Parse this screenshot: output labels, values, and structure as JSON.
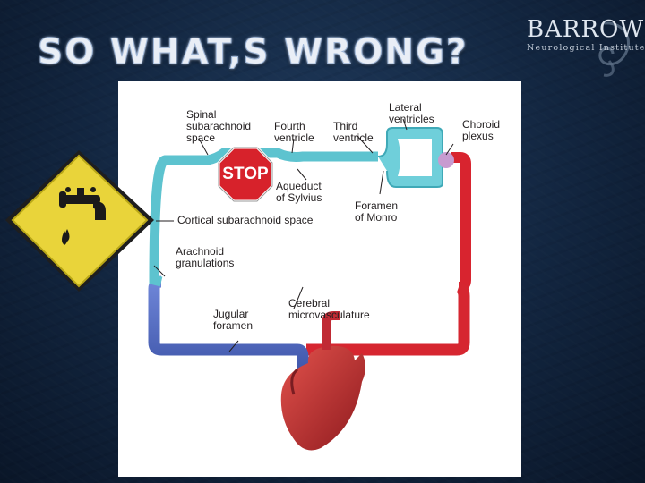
{
  "slide": {
    "title": "SO WHAT,S WRONG?"
  },
  "logo": {
    "name": "BARROW",
    "subtitle": "Neurological Institute®"
  },
  "diagram": {
    "labels": {
      "spinal_subarachnoid_space": "Spinal\nsubarachnoid\nspace",
      "fourth_ventricle": "Fourth\nventricle",
      "third_ventricle": "Third\nventricle",
      "lateral_ventricles": "Lateral\nventricles",
      "choroid_plexus": "Choroid\nplexus",
      "aqueduct_of_sylvius": "Aqueduct\nof Sylvius",
      "foramen_of_monro": "Foramen\nof Monro",
      "cortical_subarachnoid_space": "Cortical subarachnoid space",
      "arachnoid_granulations": "Arachnoid\ngranulations",
      "cerebral_microvasculature": "Cerebral\nmicrovasculature",
      "jugular_foramen": "Jugular\nforamen"
    },
    "stop_sign_text": "STOP",
    "colors": {
      "csf": "#5dc3cf",
      "arterial": "#d62630",
      "venous": "#5a6fc0",
      "warning_sign": "#e9d43a",
      "stop_sign": "#d7222b"
    },
    "icons": [
      "stop-sign-icon",
      "faucet-icon",
      "leak-warning-sign-icon"
    ]
  }
}
